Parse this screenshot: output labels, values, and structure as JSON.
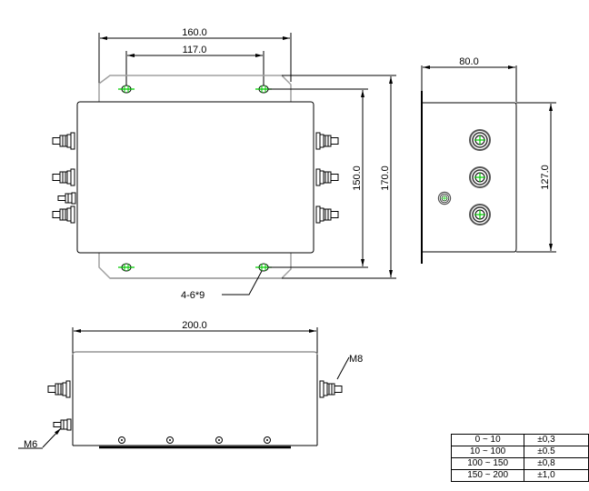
{
  "top_view": {
    "dim_overall_width": "160.0",
    "dim_hole_spacing": "117.0",
    "dim_inner_height": "150.0",
    "dim_overall_height": "170.0",
    "hole_callout": "4-6*9"
  },
  "side_view": {
    "dim_depth": "80.0",
    "dim_height": "127.0"
  },
  "front_view": {
    "dim_length": "200.0",
    "label_terminal": "M8",
    "label_ground": "M6"
  },
  "tolerance_table": {
    "rows": [
      {
        "range": "0 ~ 10",
        "tolerance": "±0,3"
      },
      {
        "range": "10 ~ 100",
        "tolerance": "±0.5"
      },
      {
        "range": "100 ~ 150",
        "tolerance": "±0,8"
      },
      {
        "range": "150 ~ 200",
        "tolerance": "±1,0"
      }
    ]
  },
  "colors": {
    "line": "#000000",
    "flange": "#a0a0a0",
    "hole_marker": "#00cc00"
  }
}
